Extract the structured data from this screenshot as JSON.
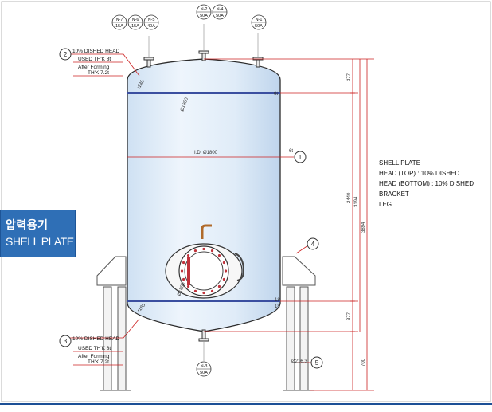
{
  "label_box": {
    "line1": "압력용기",
    "line2": "SHELL PLATE"
  },
  "nozzles_top": [
    {
      "id": "N-7",
      "size": "15A"
    },
    {
      "id": "N-6",
      "size": "15A"
    },
    {
      "id": "N-5",
      "size": "40A"
    },
    {
      "id": "N-2",
      "size": "50A"
    },
    {
      "id": "N-4",
      "size": "50A"
    },
    {
      "id": "N-1",
      "size": "50A"
    }
  ],
  "nozzle_bottom": {
    "id": "N-3",
    "size": "50A"
  },
  "callouts": {
    "c1": "1",
    "c2": "2",
    "c3": "3",
    "c4": "4",
    "c5": "5"
  },
  "top_head_note": {
    "title": "10% DISHED HEAD",
    "used": "USED TH'K 8t",
    "after1": "After Forming",
    "after2": "TH'K 7.2t"
  },
  "bottom_head_note": {
    "title": "10% DISHED HEAD",
    "used": "USED TH'K 8t",
    "after1": "After Forming",
    "after2": "TH'K 7.2t"
  },
  "dims": {
    "id": "I.D. Ø1800",
    "top_r": "Ø1800",
    "top_k": "r180",
    "bot_r": "Ø1800",
    "bot_k": "r180",
    "leg_dia": "Ø216.3",
    "d377a": "377",
    "d2440": "2440",
    "d3194": "3194",
    "d3894": "3894",
    "d377b": "377",
    "d700": "700",
    "e6a": "6t",
    "e6b": "6t",
    "e18a": "18",
    "e18b": "18"
  },
  "parts_list": [
    "SHELL PLATE",
    "HEAD (TOP) : 10% DISHED",
    "HEAD (BOTTOM) : 10% DISHED",
    "BRACKET",
    "LEG"
  ]
}
